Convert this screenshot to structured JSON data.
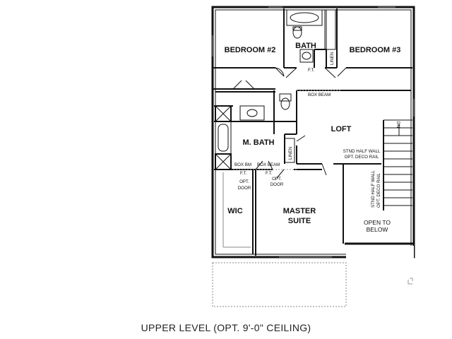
{
  "rooms": {
    "bedroom2": "BEDROOM #2",
    "bath": "BATH",
    "bedroom3": "BEDROOM #3",
    "loft": "LOFT",
    "mbath": "M. BATH",
    "wic": "WIC",
    "master_line1": "MASTER",
    "master_line2": "SUITE",
    "open_line1": "OPEN TO",
    "open_line2": "BELOW"
  },
  "notes": {
    "linen_bath": "LINEN",
    "linen_loft": "LINEN",
    "ft_bath": "F.T.",
    "box_beam_top": "BOX BEAM",
    "half_wall_line1": "STND HALF WALL",
    "half_wall_line2": "OPT. DECO RAIL",
    "half_wall_vert_line1": "STND HALF WALL",
    "half_wall_vert_line2": "OPT. DECO RAIL",
    "box_bm": "BOX BM",
    "box_beam_mid": "BOX BEAM",
    "ft_left": "F.T.",
    "ft_right": "F.T.",
    "opt_door_left_1": "OPT.",
    "opt_door_left_2": "DOOR",
    "opt_door_right_1": "OPT.",
    "opt_door_right_2": "DOOR",
    "stair_dn": "DN"
  },
  "caption": "UPPER LEVEL (OPT. 9'-0\" CEILING)"
}
